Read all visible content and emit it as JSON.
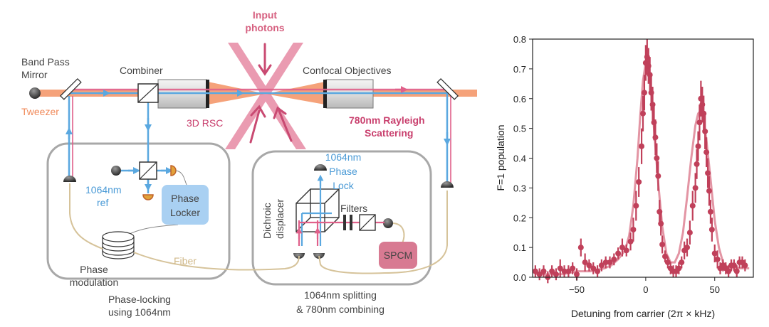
{
  "diagram": {
    "labels": {
      "input_photons_1": "Input",
      "input_photons_2": "photons",
      "band_pass_1": "Band Pass",
      "band_pass_2": "Mirror",
      "combiner": "Combiner",
      "confocal": "Confocal Objectives",
      "tweezer": "Tweezer",
      "rsc": "3D RSC",
      "rayleigh_1": "780nm Rayleigh",
      "rayleigh_2": "Scattering",
      "ref_1": "1064nm",
      "ref_2": "ref",
      "phase_locker_1": "Phase",
      "phase_locker_2": "Locker",
      "phase_mod_1": "Phase",
      "phase_mod_2": "modulation",
      "fiber": "Fiber",
      "box1_1": "Phase-locking",
      "box1_2": "using 1064nm",
      "phase_lock_1": "1064nm",
      "phase_lock_2": "Phase",
      "phase_lock_3": "Lock",
      "dichroic_1": "Dichroic",
      "dichroic_2": "displacer",
      "filters": "Filters",
      "spcm": "SPCM",
      "box2_1": "1064nm splitting",
      "box2_2": "& 780nm combining"
    },
    "colors": {
      "tweezer_beam": "#f5a27a",
      "blue_beam": "#5aa8e0",
      "pink_beam": "#e0608a",
      "rayleigh_text": "#c9406e",
      "input_arrows": "#d66080",
      "fiber": "#d6c39a",
      "box_stroke": "#a8a8a8",
      "phase_locker_fill": "#a9d0f2",
      "spcm_fill": "#d87a92"
    }
  },
  "chart_data": {
    "type": "scatter",
    "xlabel": "Detuning from carrier (2π × kHz)",
    "ylabel": "F=1 population",
    "xlim": [
      -82,
      78
    ],
    "ylim": [
      0,
      0.8
    ],
    "xticks": [
      -50,
      0,
      50
    ],
    "xtick_labels": [
      "−50",
      "0",
      "50"
    ],
    "yticks": [
      0.0,
      0.1,
      0.2,
      0.3,
      0.4,
      0.5,
      0.6,
      0.7,
      0.8
    ],
    "ytick_labels": [
      "0.0",
      "0.1",
      "0.2",
      "0.3",
      "0.4",
      "0.5",
      "0.6",
      "0.7",
      "0.8"
    ],
    "grid": false,
    "legend": "none",
    "series": [
      {
        "kind": "data_with_errorbars",
        "color": "#c0405a",
        "x": [
          -80,
          -77,
          -74,
          -71,
          -68,
          -65,
          -62,
          -59,
          -56,
          -53,
          -50,
          -47,
          -44,
          -41,
          -38,
          -35,
          -32,
          -29,
          -26,
          -23,
          -20,
          -17,
          -14,
          -11,
          -9,
          -7,
          -5,
          -3,
          -2,
          -1,
          0,
          1,
          2,
          3,
          4,
          5,
          6,
          7,
          8,
          9,
          10,
          11,
          12,
          14,
          16,
          18,
          20,
          22,
          24,
          26,
          28,
          30,
          32,
          34,
          36,
          37,
          38,
          39,
          40,
          41,
          42,
          43,
          44,
          45,
          46,
          47,
          48,
          50,
          52,
          54,
          56,
          58,
          60,
          62,
          64,
          66,
          68,
          70,
          72
        ],
        "y": [
          0.02,
          0.01,
          0.02,
          0.0,
          0.02,
          0.01,
          0.03,
          0.02,
          0.02,
          0.03,
          0.01,
          0.1,
          0.05,
          0.04,
          0.03,
          0.02,
          0.04,
          0.05,
          0.05,
          0.06,
          0.08,
          0.1,
          0.09,
          0.12,
          0.16,
          0.24,
          0.32,
          0.44,
          0.55,
          0.62,
          0.72,
          0.74,
          0.71,
          0.68,
          0.62,
          0.58,
          0.52,
          0.47,
          0.4,
          0.34,
          0.22,
          0.18,
          0.11,
          0.07,
          0.05,
          0.03,
          0.02,
          0.02,
          0.03,
          0.05,
          0.09,
          0.1,
          0.15,
          0.24,
          0.3,
          0.38,
          0.44,
          0.52,
          0.6,
          0.58,
          0.55,
          0.49,
          0.42,
          0.35,
          0.29,
          0.22,
          0.16,
          0.08,
          0.06,
          0.03,
          0.04,
          0.03,
          0.02,
          0.04,
          0.04,
          0.02,
          0.05,
          0.05,
          0.04
        ],
        "err": [
          0.02,
          0.02,
          0.02,
          0.02,
          0.02,
          0.02,
          0.03,
          0.02,
          0.02,
          0.02,
          0.02,
          0.03,
          0.03,
          0.02,
          0.02,
          0.02,
          0.02,
          0.02,
          0.02,
          0.02,
          0.02,
          0.03,
          0.02,
          0.03,
          0.04,
          0.05,
          0.05,
          0.06,
          0.06,
          0.06,
          0.06,
          0.06,
          0.06,
          0.06,
          0.06,
          0.06,
          0.06,
          0.06,
          0.05,
          0.05,
          0.04,
          0.04,
          0.03,
          0.02,
          0.02,
          0.02,
          0.02,
          0.02,
          0.02,
          0.02,
          0.03,
          0.03,
          0.04,
          0.05,
          0.05,
          0.05,
          0.05,
          0.06,
          0.06,
          0.06,
          0.06,
          0.06,
          0.05,
          0.05,
          0.05,
          0.04,
          0.04,
          0.03,
          0.03,
          0.02,
          0.02,
          0.02,
          0.02,
          0.02,
          0.02,
          0.02,
          0.02,
          0.02,
          0.02
        ]
      },
      {
        "kind": "fit_line",
        "color": "#e08a9a",
        "x": [
          -80,
          -70,
          -60,
          -50,
          -40,
          -30,
          -25,
          -20,
          -15,
          -12,
          -9,
          -6,
          -4,
          -2,
          0,
          2,
          4,
          6,
          9,
          12,
          15,
          18,
          21,
          24,
          27,
          30,
          33,
          36,
          38,
          40,
          42,
          44,
          47,
          50,
          53,
          56,
          60,
          65,
          70,
          75
        ],
        "y": [
          0.01,
          0.01,
          0.01,
          0.02,
          0.02,
          0.03,
          0.04,
          0.06,
          0.09,
          0.14,
          0.24,
          0.4,
          0.54,
          0.66,
          0.72,
          0.7,
          0.62,
          0.5,
          0.32,
          0.17,
          0.08,
          0.05,
          0.05,
          0.08,
          0.15,
          0.27,
          0.4,
          0.51,
          0.55,
          0.56,
          0.53,
          0.46,
          0.33,
          0.19,
          0.1,
          0.05,
          0.03,
          0.03,
          0.03,
          0.03
        ]
      }
    ]
  }
}
